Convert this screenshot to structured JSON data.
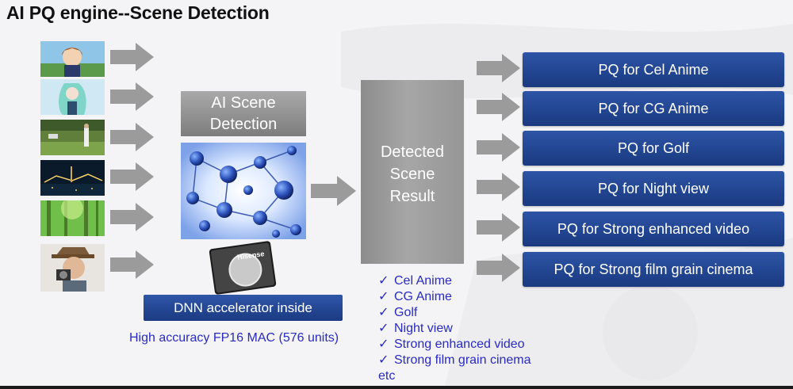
{
  "title": "AI PQ engine--Scene Detection",
  "ai_scene": {
    "line1": "AI Scene",
    "line2": "Detection"
  },
  "dnn_label": "DNN accelerator inside",
  "chip_brand": "Hisense",
  "fp16_label": "High accuracy FP16 MAC (576 units)",
  "result": {
    "line1": "Detected",
    "line2": "Scene",
    "line3": "Result"
  },
  "scene_list": [
    "Cel Anime",
    "CG Anime",
    "Golf",
    "Night view",
    "Strong enhanced video",
    "Strong film grain cinema"
  ],
  "scene_list_etc": "etc",
  "check_mark": "✓",
  "pq_items": [
    "PQ for Cel Anime",
    "PQ for CG Anime",
    "PQ for Golf",
    "PQ for Night view",
    "PQ for Strong enhanced video",
    "PQ for Strong film grain cinema"
  ],
  "colors": {
    "pq_blue": "#1f4290",
    "text_blue": "#2a2ac0",
    "gray_box": "#8c8c8c"
  }
}
